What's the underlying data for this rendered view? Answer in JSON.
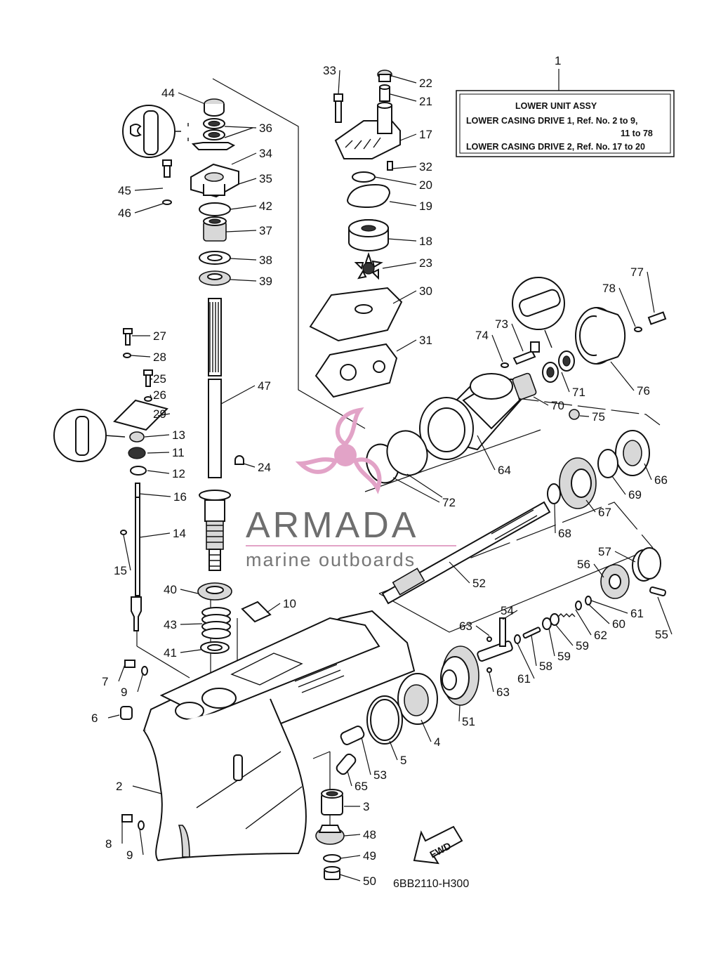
{
  "info_box": {
    "ref": "1",
    "line1": "LOWER UNIT ASSY",
    "line2": "LOWER CASING DRIVE 1,  Ref. No. 2 to 9,",
    "line3": "11 to 78",
    "line4": "LOWER CASING DRIVE 2,  Ref. No. 17 to 20"
  },
  "watermark": {
    "brand": "ARMADA",
    "tagline": "marine outboards",
    "accent_color": "#e2a3c7",
    "text_color": "#6e6e6e"
  },
  "diagram_code": "6BB2110-H300",
  "fwd_label": "FWD",
  "parts": [
    {
      "n": "2"
    },
    {
      "n": "3"
    },
    {
      "n": "4"
    },
    {
      "n": "5"
    },
    {
      "n": "6"
    },
    {
      "n": "7"
    },
    {
      "n": "8"
    },
    {
      "n": "9"
    },
    {
      "n": "9"
    },
    {
      "n": "10"
    },
    {
      "n": "11"
    },
    {
      "n": "12"
    },
    {
      "n": "13"
    },
    {
      "n": "14"
    },
    {
      "n": "15"
    },
    {
      "n": "16"
    },
    {
      "n": "17"
    },
    {
      "n": "18"
    },
    {
      "n": "19"
    },
    {
      "n": "20"
    },
    {
      "n": "21"
    },
    {
      "n": "22"
    },
    {
      "n": "23"
    },
    {
      "n": "24"
    },
    {
      "n": "25"
    },
    {
      "n": "26"
    },
    {
      "n": "27"
    },
    {
      "n": "28"
    },
    {
      "n": "29"
    },
    {
      "n": "30"
    },
    {
      "n": "31"
    },
    {
      "n": "32"
    },
    {
      "n": "33"
    },
    {
      "n": "34"
    },
    {
      "n": "35"
    },
    {
      "n": "36"
    },
    {
      "n": "37"
    },
    {
      "n": "38"
    },
    {
      "n": "39"
    },
    {
      "n": "40"
    },
    {
      "n": "41"
    },
    {
      "n": "42"
    },
    {
      "n": "43"
    },
    {
      "n": "44"
    },
    {
      "n": "45"
    },
    {
      "n": "46"
    },
    {
      "n": "47"
    },
    {
      "n": "48"
    },
    {
      "n": "49"
    },
    {
      "n": "50"
    },
    {
      "n": "51"
    },
    {
      "n": "52"
    },
    {
      "n": "53"
    },
    {
      "n": "54"
    },
    {
      "n": "55"
    },
    {
      "n": "56"
    },
    {
      "n": "57"
    },
    {
      "n": "58"
    },
    {
      "n": "59"
    },
    {
      "n": "59"
    },
    {
      "n": "60"
    },
    {
      "n": "61"
    },
    {
      "n": "61"
    },
    {
      "n": "62"
    },
    {
      "n": "63"
    },
    {
      "n": "63"
    },
    {
      "n": "64"
    },
    {
      "n": "65"
    },
    {
      "n": "66"
    },
    {
      "n": "67"
    },
    {
      "n": "68"
    },
    {
      "n": "69"
    },
    {
      "n": "70"
    },
    {
      "n": "71"
    },
    {
      "n": "72"
    },
    {
      "n": "73"
    },
    {
      "n": "74"
    },
    {
      "n": "75"
    },
    {
      "n": "76"
    },
    {
      "n": "77"
    },
    {
      "n": "78"
    }
  ]
}
